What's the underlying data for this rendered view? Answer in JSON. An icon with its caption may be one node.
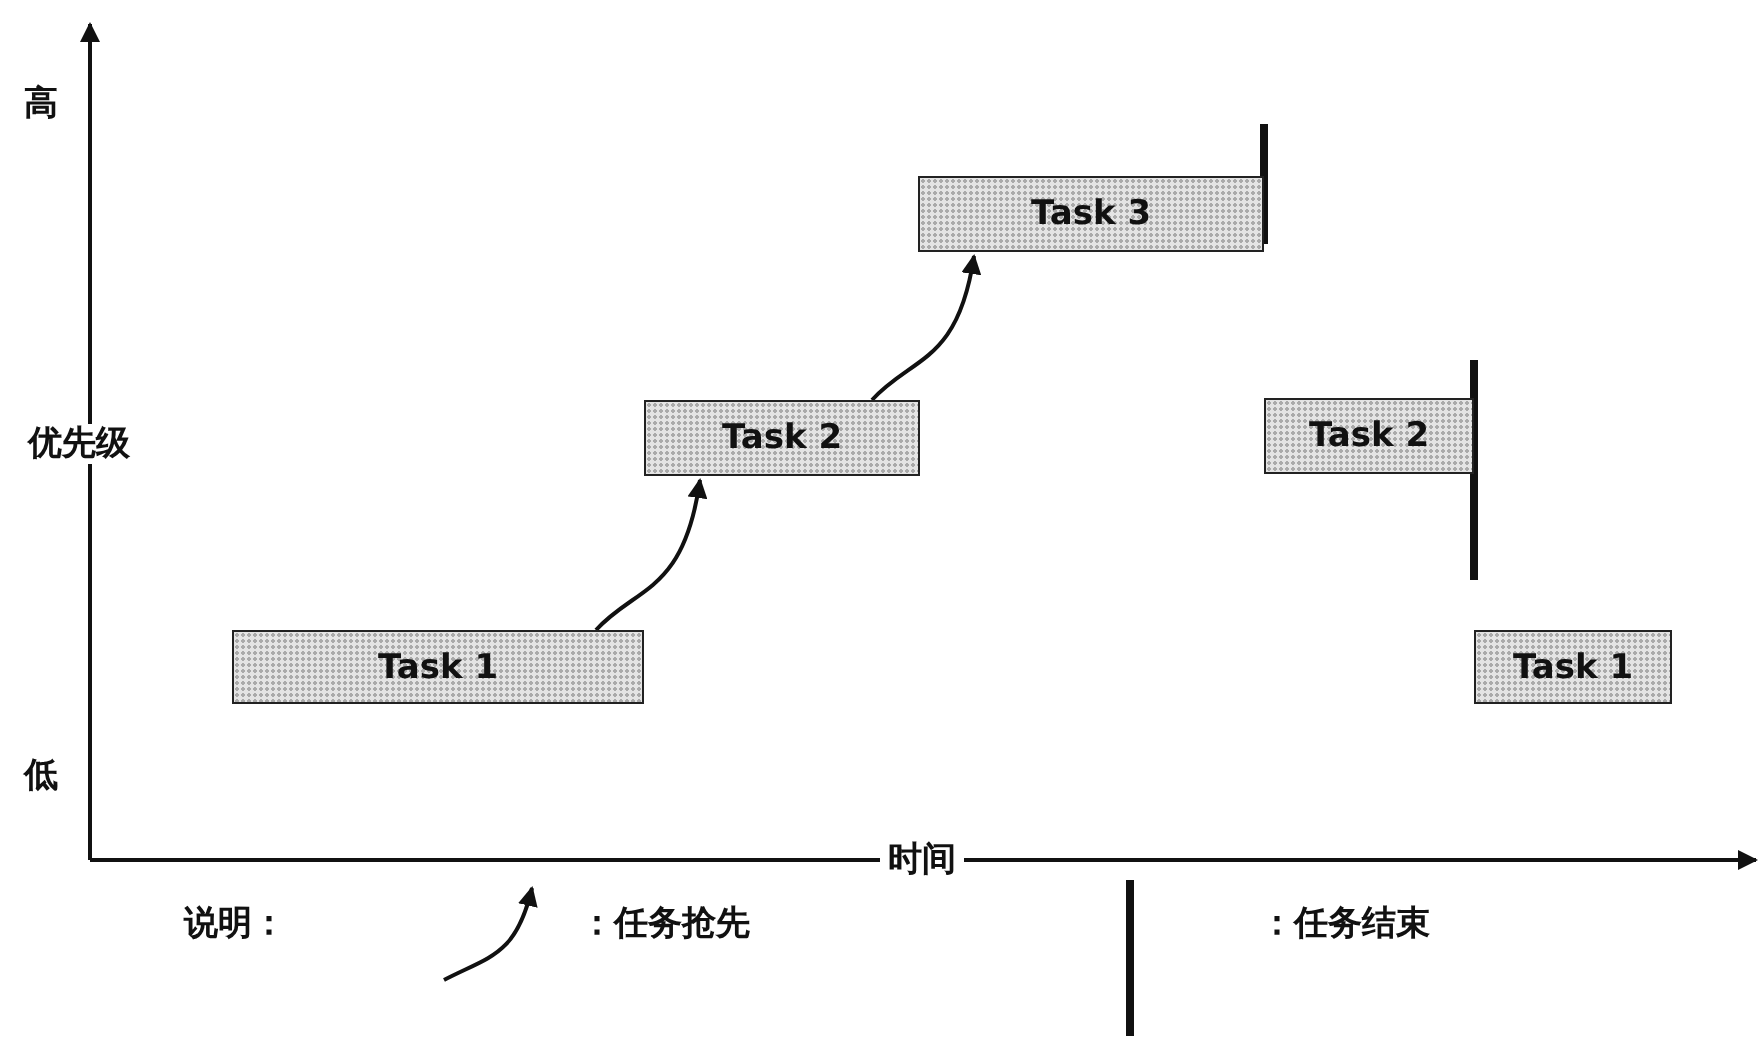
{
  "diagram": {
    "nodes": [
      {
        "text": [
          "Task 1"
        ]
      },
      {
        "text": [
          "Task 2"
        ]
      },
      {
        "text": [
          "Task 3"
        ]
      },
      {
        "text": [
          "Task 2"
        ]
      },
      {
        "text": [
          "Task 1"
        ]
      }
    ],
    "edges": [
      {
        "from": 0,
        "to": 1,
        "arrow": "to"
      },
      {
        "from": 1,
        "to": 2,
        "arrow": "to"
      }
    ],
    "labels": [
      "高",
      "优先级",
      "低",
      "时间",
      "说明："
    ],
    "legend": [
      {
        "text": "：任务抢先"
      },
      {
        "text": "：任务结束"
      }
    ]
  }
}
